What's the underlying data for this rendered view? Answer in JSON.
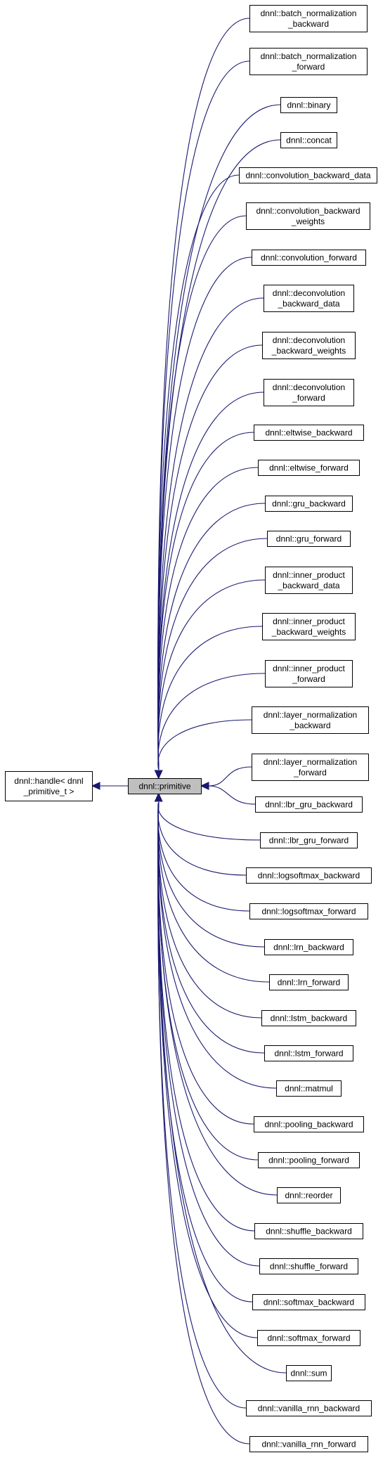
{
  "colors": {
    "edge": "#191970",
    "node_border": "#000000",
    "center_fill": "#bfbfbf",
    "node_fill": "#ffffff"
  },
  "center": {
    "lines": [
      "dnnl::primitive"
    ]
  },
  "parent": {
    "lines": [
      "dnnl::handle< dnnl",
      "_primitive_t >"
    ]
  },
  "children": [
    {
      "lines": [
        "dnnl::batch_normalization",
        "_backward"
      ]
    },
    {
      "lines": [
        "dnnl::batch_normalization",
        "_forward"
      ]
    },
    {
      "lines": [
        "dnnl::binary"
      ]
    },
    {
      "lines": [
        "dnnl::concat"
      ]
    },
    {
      "lines": [
        "dnnl::convolution_backward_data"
      ]
    },
    {
      "lines": [
        "dnnl::convolution_backward",
        "_weights"
      ]
    },
    {
      "lines": [
        "dnnl::convolution_forward"
      ]
    },
    {
      "lines": [
        "dnnl::deconvolution",
        "_backward_data"
      ]
    },
    {
      "lines": [
        "dnnl::deconvolution",
        "_backward_weights"
      ]
    },
    {
      "lines": [
        "dnnl::deconvolution",
        "_forward"
      ]
    },
    {
      "lines": [
        "dnnl::eltwise_backward"
      ]
    },
    {
      "lines": [
        "dnnl::eltwise_forward"
      ]
    },
    {
      "lines": [
        "dnnl::gru_backward"
      ]
    },
    {
      "lines": [
        "dnnl::gru_forward"
      ]
    },
    {
      "lines": [
        "dnnl::inner_product",
        "_backward_data"
      ]
    },
    {
      "lines": [
        "dnnl::inner_product",
        "_backward_weights"
      ]
    },
    {
      "lines": [
        "dnnl::inner_product",
        "_forward"
      ]
    },
    {
      "lines": [
        "dnnl::layer_normalization",
        "_backward"
      ]
    },
    {
      "lines": [
        "dnnl::layer_normalization",
        "_forward"
      ]
    },
    {
      "lines": [
        "dnnl::lbr_gru_backward"
      ]
    },
    {
      "lines": [
        "dnnl::lbr_gru_forward"
      ]
    },
    {
      "lines": [
        "dnnl::logsoftmax_backward"
      ]
    },
    {
      "lines": [
        "dnnl::logsoftmax_forward"
      ]
    },
    {
      "lines": [
        "dnnl::lrn_backward"
      ]
    },
    {
      "lines": [
        "dnnl::lrn_forward"
      ]
    },
    {
      "lines": [
        "dnnl::lstm_backward"
      ]
    },
    {
      "lines": [
        "dnnl::lstm_forward"
      ]
    },
    {
      "lines": [
        "dnnl::matmul"
      ]
    },
    {
      "lines": [
        "dnnl::pooling_backward"
      ]
    },
    {
      "lines": [
        "dnnl::pooling_forward"
      ]
    },
    {
      "lines": [
        "dnnl::reorder"
      ]
    },
    {
      "lines": [
        "dnnl::shuffle_backward"
      ]
    },
    {
      "lines": [
        "dnnl::shuffle_forward"
      ]
    },
    {
      "lines": [
        "dnnl::softmax_backward"
      ]
    },
    {
      "lines": [
        "dnnl::softmax_forward"
      ]
    },
    {
      "lines": [
        "dnnl::sum"
      ]
    },
    {
      "lines": [
        "dnnl::vanilla_rnn_backward"
      ]
    },
    {
      "lines": [
        "dnnl::vanilla_rnn_forward"
      ]
    }
  ]
}
